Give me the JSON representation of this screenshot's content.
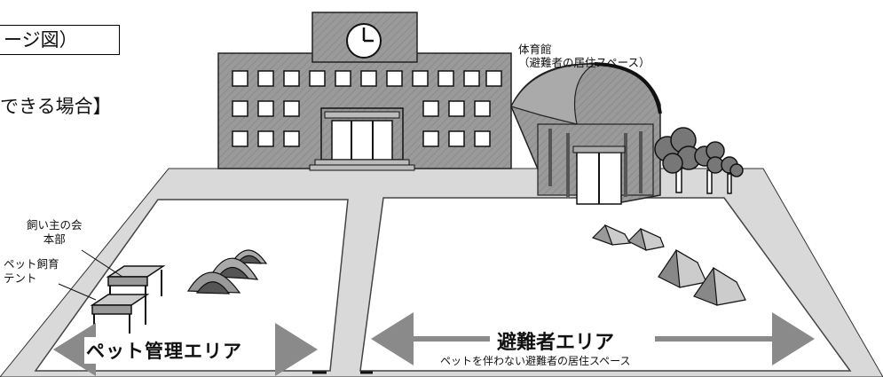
{
  "title_box_text": "ージ図）",
  "condition_text": "できる場合】",
  "gym_label": {
    "line1": "体育館",
    "line2": "（避難者の居住スペース）"
  },
  "owner_label": {
    "line1": "飼い主の会",
    "line2": "本部"
  },
  "pet_tent_label": {
    "line1": "ペット飼育",
    "line2": "テント"
  },
  "pet_area_label": "ペット管理エリア",
  "evac_area_label": "避難者エリア",
  "evac_area_sub": "ペットを伴わない避難者の居住スペース",
  "colors": {
    "building": "#8c8c8c",
    "road": "#d9d9d9",
    "ground": "#ffffff",
    "tent": "#777777",
    "arrow": "#8a8a8a",
    "ink": "#111111"
  }
}
